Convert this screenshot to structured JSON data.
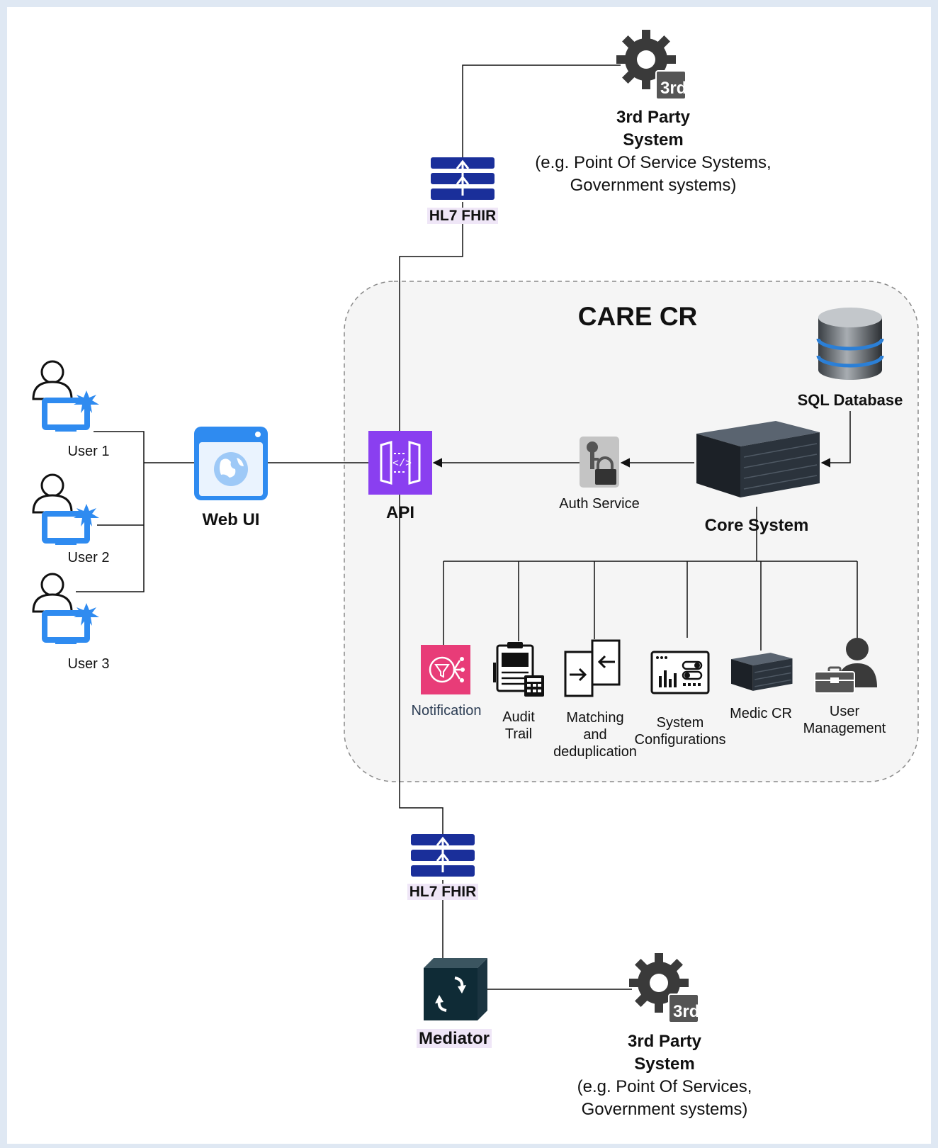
{
  "diagram": {
    "title": "CARE CR",
    "third_party_top": {
      "name": "3rd Party\nSystem",
      "note": "(e.g. Point Of Service Systems,\nGovernment systems)",
      "badge": "3rd"
    },
    "third_party_bottom": {
      "name": "3rd Party\nSystem",
      "note": "(e.g. Point Of Services,\nGovernment systems)",
      "badge": "3rd"
    },
    "fhir_top": "HL7 FHIR",
    "fhir_bottom": "HL7 FHIR",
    "mediator": "Mediator",
    "users": [
      "User 1",
      "User 2",
      "User 3"
    ],
    "web_ui": "Web UI",
    "api": "API",
    "auth_service": "Auth Service",
    "core_system": "Core System",
    "sql_database": "SQL Database",
    "modules": {
      "notification": "Notification",
      "audit_trail": "Audit\nTrail",
      "matching": "Matching\nand\ndeduplication",
      "system_configurations": "System\nConfigurations",
      "medic_cr": "Medic CR",
      "user_management": "User\nManagement"
    },
    "colors": {
      "user_icon": "#2f8bf0",
      "fhir_icon": "#1a2f9a",
      "api_icon": "#8a3ff0",
      "notification_icon": "#e83c78",
      "mediator_icon": "#0f2b36",
      "gear_icon": "#3a3a3a",
      "label_highlight": "#efe6f7"
    }
  }
}
